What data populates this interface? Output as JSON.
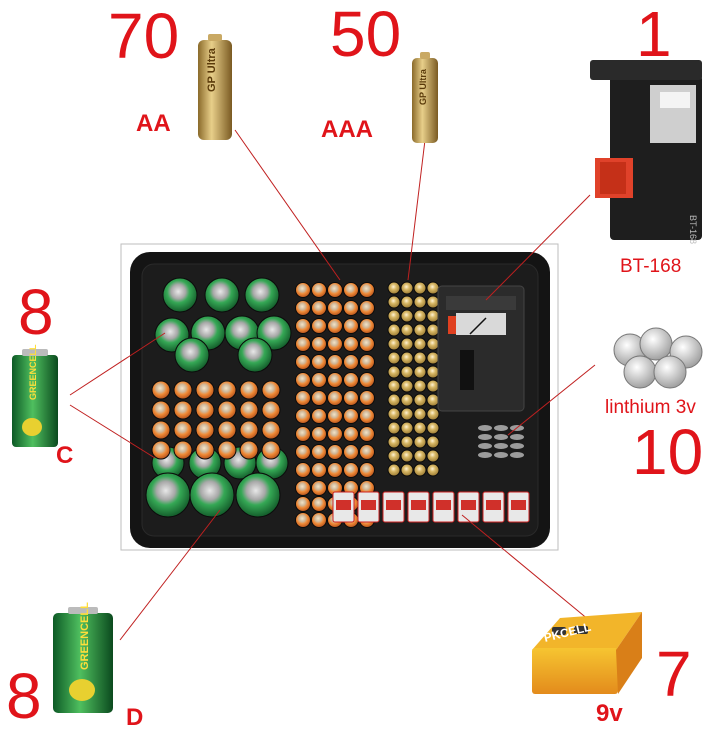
{
  "image": {
    "alt": "Battery organizer storage case with battery tester, annotated with battery counts"
  },
  "colors": {
    "accent_red": "#e0141a",
    "case_black": "#111111",
    "aa_orange": "#e0772a",
    "aaa_gold": "#d8b866",
    "c_d_green": "#2e8b4a"
  },
  "callouts": {
    "aa": {
      "count": "70",
      "label": "AA",
      "brand": "GP Ultra"
    },
    "aaa": {
      "count": "50",
      "label": "AAA",
      "brand": "GP Ultra"
    },
    "tester": {
      "count": "1",
      "label": "BT-168",
      "model": "BT-168"
    },
    "c": {
      "count": "8",
      "label": "C",
      "brand": "GREENCELL"
    },
    "coin": {
      "count": "10",
      "label": "linthium 3v"
    },
    "d": {
      "count": "8",
      "label": "D",
      "brand": "GREENCELL"
    },
    "ninev": {
      "count": "7",
      "label": "9v",
      "brand": "PKCELL"
    }
  }
}
